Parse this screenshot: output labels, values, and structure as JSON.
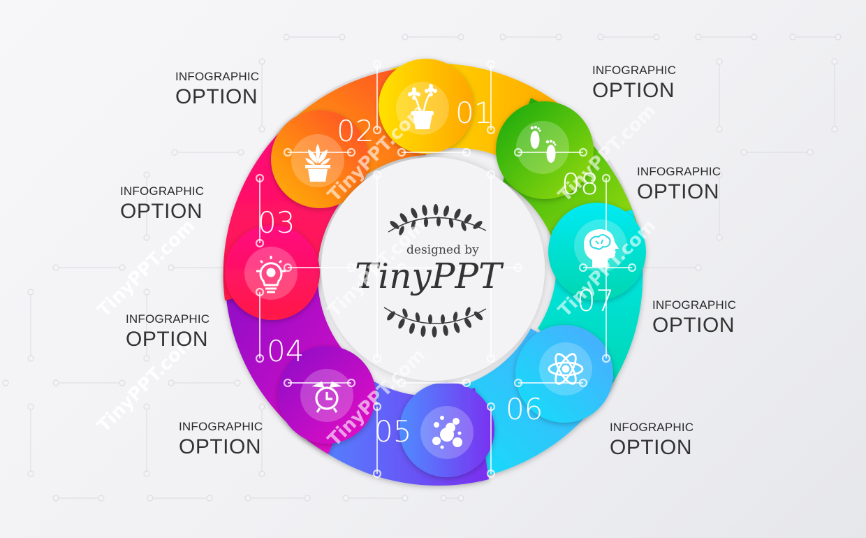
{
  "center_logo": {
    "line1": "designed by",
    "line2": "TinyPPT"
  },
  "watermark": "TinyPPT.com",
  "segments": [
    {
      "number": "01",
      "icon": "flower-pot-icon",
      "color_start": "#ffe100",
      "color_end": "#ffb300"
    },
    {
      "number": "02",
      "icon": "succulent-plant-icon",
      "color_start": "#ffb300",
      "color_end": "#ff6a1f"
    },
    {
      "number": "03",
      "icon": "lightbulb-gear-icon",
      "color_start": "#ff1a4a",
      "color_end": "#ff0a80"
    },
    {
      "number": "04",
      "icon": "alarm-clock-icon",
      "color_start": "#8a0cc8",
      "color_end": "#e012c8"
    },
    {
      "number": "05",
      "icon": "bubbles-icon",
      "color_start": "#5a7cff",
      "color_end": "#7a2ff0"
    },
    {
      "number": "06",
      "icon": "atom-icon",
      "color_start": "#17d6f5",
      "color_end": "#4fa8ff"
    },
    {
      "number": "07",
      "icon": "brain-head-icon",
      "color_start": "#00d6b0",
      "color_end": "#00e8f2"
    },
    {
      "number": "08",
      "icon": "footprints-icon",
      "color_start": "#1fa812",
      "color_end": "#8ed60a"
    }
  ],
  "labels": [
    {
      "small": "INFOGRAPHIC",
      "big": "OPTION"
    },
    {
      "small": "INFOGRAPHIC",
      "big": "OPTION"
    },
    {
      "small": "INFOGRAPHIC",
      "big": "OPTION"
    },
    {
      "small": "INFOGRAPHIC",
      "big": "OPTION"
    },
    {
      "small": "INFOGRAPHIC",
      "big": "OPTION"
    },
    {
      "small": "INFOGRAPHIC",
      "big": "OPTION"
    },
    {
      "small": "INFOGRAPHIC",
      "big": "OPTION"
    },
    {
      "small": "INFOGRAPHIC",
      "big": "OPTION"
    }
  ]
}
